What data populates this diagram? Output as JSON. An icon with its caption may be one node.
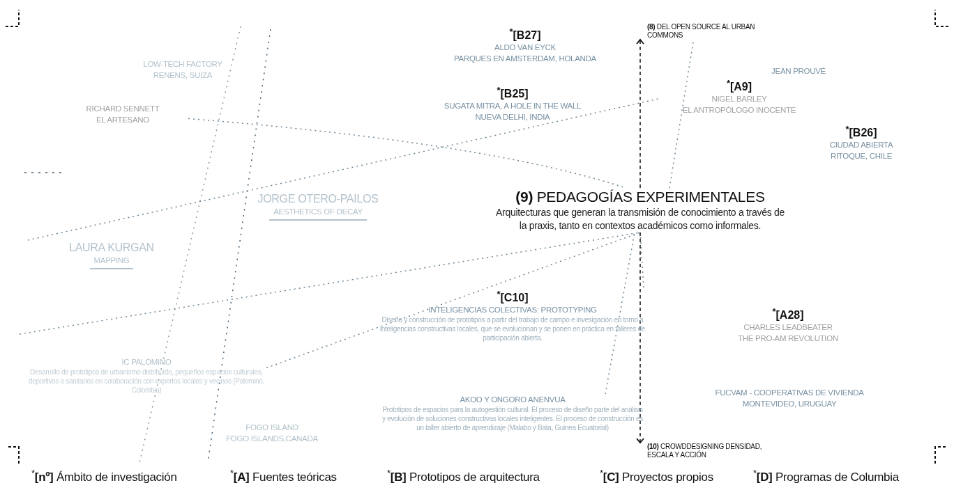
{
  "diagram": {
    "nodes": [
      {
        "text": [
          "LOW-TECH FACTORY",
          "RENENS, SUIZA"
        ]
      },
      {
        "text": [
          "$^{*}$[B27]",
          "ALDO VAN EYCK",
          "PARQUES EN AMSTERDAM, HOLANDA"
        ]
      },
      {
        "text": [
          "**(8)** DEL OPEN SOURCE AL URBAN COMMONS"
        ]
      },
      {
        "text": [
          "JEAN PROUVÉ"
        ]
      },
      {
        "text": [
          "$^{*}$[B25]",
          "SUGATA MITRA, A HOLE IN THE WALL",
          "NUEVA DELHI, INDIA"
        ]
      },
      {
        "text": [
          "$^{*}$[A9]",
          "NIGEL BARLEY",
          "EL ANTROPÓLOGO INOCENTE"
        ]
      },
      {
        "text": [
          "RICHARD SENNETT",
          "EL ARTESANO"
        ]
      },
      {
        "text": [
          "$^{*}$[B26]",
          "CIUDAD ABIERTA",
          "RITOQUE, CHILE"
        ]
      },
      {
        "text": [
          "JORGE OTERO-PAILOS",
          "AESTHETICS OF DECAY"
        ]
      },
      {
        "text": [
          "**(9)** PEDAGOGÍAS EXPERIMENTALES",
          "Arquitecturas que generan la transmisión de conocimiento a través de la praxis, tanto en contextos académicos como informales."
        ]
      },
      {
        "text": [
          "LAURA KURGAN",
          "MAPPING"
        ]
      },
      {
        "text": [
          "$^{*}$[C10]",
          "INTELIGENCIAS COLECTIVAS: PROTOTYPING",
          "Diseño y construcción de prototipos a partir del trabajo de campo e invesigación en torno a inteligencias constructivas locales, que se evolucionan y se ponen en práctica en talleres de participación abierta."
        ]
      },
      {
        "text": [
          "$^{*}$[A28]",
          "CHARLES LEADBEATER",
          "THE PRO-AM REVOLUTION"
        ]
      },
      {
        "text": [
          "IC PALOMINO",
          "Desarrollo de prototipos de urbanismo distribuido, pequeños espacios culturales, deportivos o sanitarios en colaboración con expertos locales y vecinos (Palomino, Colombia)"
        ]
      },
      {
        "text": [
          "AKOO Y ONGORO ANENVUA",
          "Prototipos de espacios para la autogestión cultural. El proceso de diseño parte del análisis y evolución de soluciones constructivas locales inteligentes. El proceso de construcción es un taller abierto de aprendizaje (Malabo y Bata, Guinea Ecuatorial)"
        ]
      },
      {
        "text": [
          "FUCVAM - COOPERATIVAS DE VIVIENDA",
          "MONTEVIDEO, URUGUAY"
        ]
      },
      {
        "text": [
          "FOGO ISLAND",
          "FOGO ISLANDS,CANADA"
        ]
      },
      {
        "text": [
          "**(10)** CROWDDESIGNING DENSIDAD, ESCALA Y ACCIÓN"
        ]
      }
    ],
    "edges": [
      {
        "from": 6,
        "to": 9,
        "arrow": "none"
      },
      {
        "from": 13,
        "to": 9,
        "arrow": "none"
      },
      {
        "from": 11,
        "to": 9,
        "arrow": "none"
      },
      {
        "from": null,
        "to": 9,
        "arrow": "none"
      },
      {
        "from": 9,
        "to": 2,
        "arrow": "to",
        "style": "dashed",
        "color": "#111111"
      },
      {
        "from": 9,
        "to": 17,
        "arrow": "to",
        "style": "dashed",
        "color": "#111111"
      },
      {
        "from": null,
        "to": 5,
        "arrow": "none"
      },
      {
        "from": 14,
        "to": 9,
        "arrow": "none"
      },
      {
        "from": 9,
        "to": 2,
        "arrow": "none"
      }
    ],
    "labels": [
      "$^{*}$**[nº]** Ámbito de investigación",
      "$^{*}$**[A]** Fuentes teóricas",
      "$^{*}$**[B]** Prototipos de arquitectura",
      "$^{*}$**[C]** Proyectos propios",
      "$^{*}$**[D]** Programas de Columbia"
    ]
  }
}
